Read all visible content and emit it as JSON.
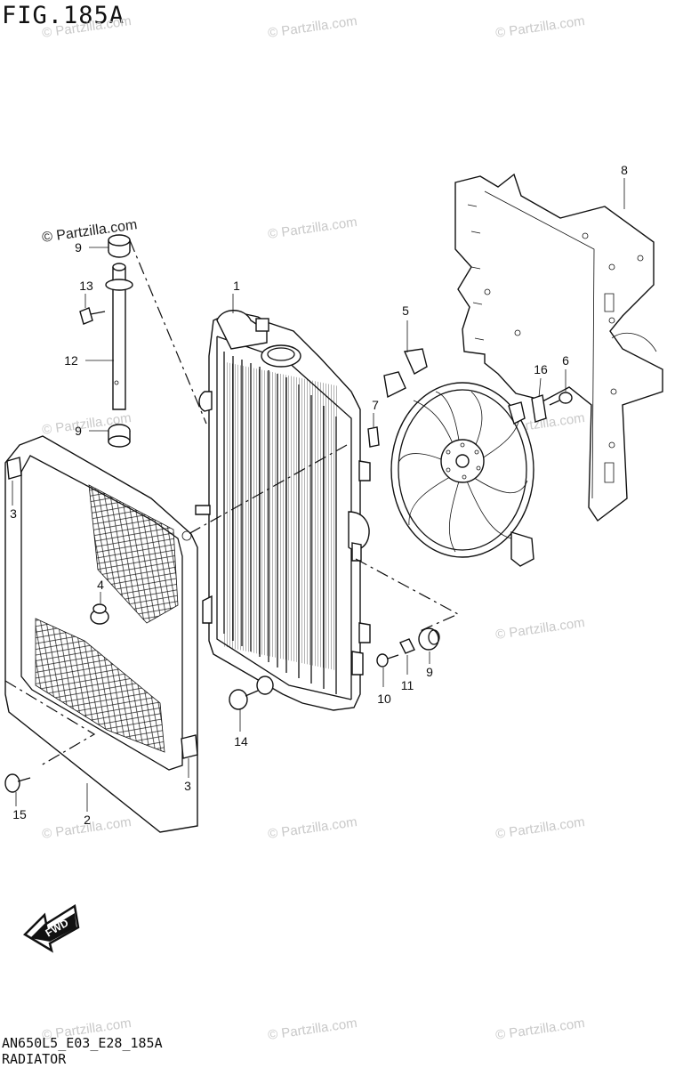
{
  "header": {
    "figure_id": "FIG.185A"
  },
  "footer": {
    "model_code": "AN650L5_E03_E28_185A",
    "section_name": "RADIATOR"
  },
  "watermark": {
    "text": "© Partzilla.com",
    "color": "#c9c9c9"
  },
  "fwd_arrow": {
    "label": "FWD"
  },
  "callouts": [
    {
      "key": "c1",
      "number": "1"
    },
    {
      "key": "c2",
      "number": "2"
    },
    {
      "key": "c3a",
      "number": "3"
    },
    {
      "key": "c3b",
      "number": "3"
    },
    {
      "key": "c4",
      "number": "4"
    },
    {
      "key": "c5",
      "number": "5"
    },
    {
      "key": "c6",
      "number": "6"
    },
    {
      "key": "c7",
      "number": "7"
    },
    {
      "key": "c8",
      "number": "8"
    },
    {
      "key": "c9a",
      "number": "9"
    },
    {
      "key": "c9b",
      "number": "9"
    },
    {
      "key": "c9c",
      "number": "9"
    },
    {
      "key": "c10",
      "number": "10"
    },
    {
      "key": "c11",
      "number": "11"
    },
    {
      "key": "c12",
      "number": "12"
    },
    {
      "key": "c13",
      "number": "13"
    },
    {
      "key": "c14",
      "number": "14"
    },
    {
      "key": "c15",
      "number": "15"
    },
    {
      "key": "c16",
      "number": "16"
    }
  ]
}
